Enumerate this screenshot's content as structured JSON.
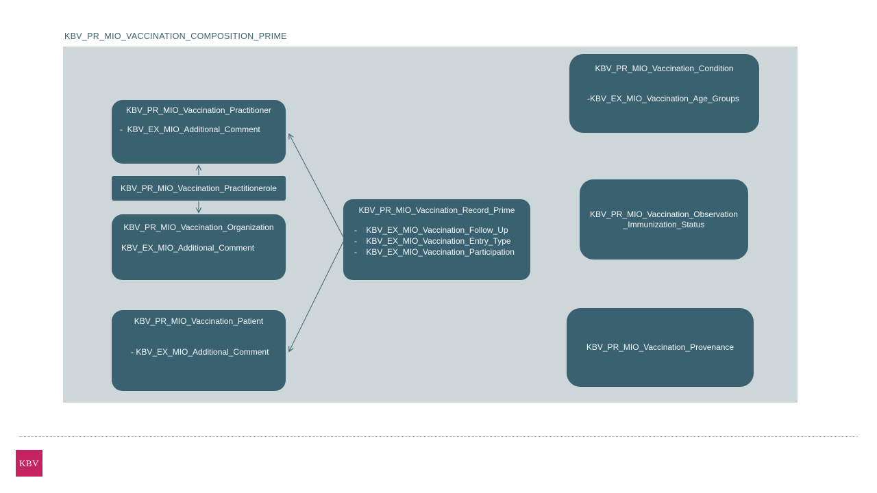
{
  "colors": {
    "canvas_background": "#cdd6d9",
    "node_fill": "#3a6170",
    "node_text": "#f2f6f7",
    "title_text": "#3e6170",
    "connector": "#3c6472",
    "logo_brand": "#c4235f"
  },
  "diagram": {
    "title": "KBV_PR_MIO_VACCINATION_COMPOSITION_PRIME",
    "nodes": {
      "practitioner": {
        "title": "KBV_PR_MIO_Vaccination_Practitioner",
        "items": [
          "-  KBV_EX_MIO_Additional_Comment"
        ]
      },
      "practitionerrole": {
        "title": "KBV_PR_MIO_Vaccination_Practitionerole"
      },
      "organization": {
        "title": "KBV_PR_MIO_Vaccination_Organization",
        "items": [
          "KBV_EX_MIO_Additional_Comment"
        ]
      },
      "record_prime": {
        "title": "KBV_PR_MIO_Vaccination_Record_Prime",
        "items": [
          "-    KBV_EX_MIO_Vaccination_Follow_Up",
          "-    KBV_EX_MIO_Vaccination_Entry_Type",
          "-    KBV_EX_MIO_Vaccination_Participation"
        ]
      },
      "patient": {
        "title": "KBV_PR_MIO_Vaccination_Patient",
        "items": [
          "- KBV_EX_MIO_Additional_Comment"
        ]
      },
      "condition": {
        "title": "KBV_PR_MIO_Vaccination_Condition",
        "items": [
          "-KBV_EX_MIO_Vaccination_Age_Groups"
        ]
      },
      "observation": {
        "title": "KBV_PR_MIO_Vaccination_Observation\n_Immunization_Status"
      },
      "provenance": {
        "title": "KBV_PR_MIO_Vaccination_Provenance"
      }
    }
  },
  "footer": {
    "logo_text": "KBV"
  }
}
